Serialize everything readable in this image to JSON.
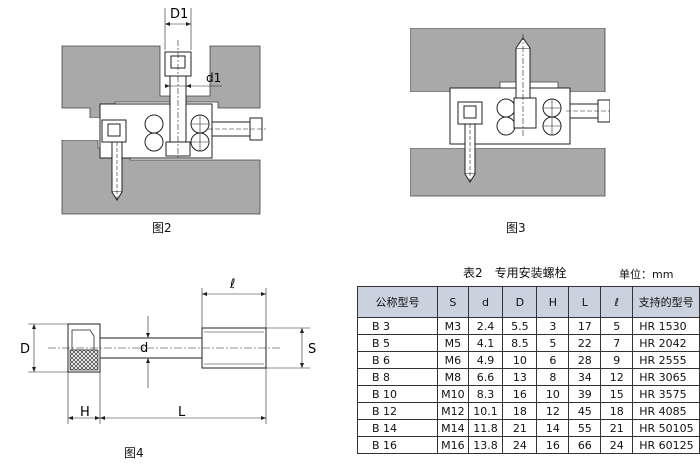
{
  "figure2": {
    "caption": "图2",
    "labels": {
      "D1": "D1",
      "d1": "d1"
    }
  },
  "figure3": {
    "caption": "图3"
  },
  "figure4": {
    "caption": "图4",
    "labels": {
      "D": "D",
      "d": "d",
      "S": "S",
      "H": "H",
      "L": "L",
      "l": "ℓ"
    }
  },
  "table": {
    "title": "表2　专用安装螺栓",
    "unit": "单位：mm",
    "headers": [
      "公称型号",
      "S",
      "d",
      "D",
      "H",
      "L",
      "ℓ",
      "支持的型号"
    ],
    "rows": [
      [
        "B 3",
        "M3",
        "2.4",
        "5.5",
        "3",
        "17",
        "5",
        "HR 1530"
      ],
      [
        "B 5",
        "M5",
        "4.1",
        "8.5",
        "5",
        "22",
        "7",
        "HR 2042"
      ],
      [
        "B 6",
        "M6",
        "4.9",
        "10",
        "6",
        "28",
        "9",
        "HR 2555"
      ],
      [
        "B 8",
        "M8",
        "6.6",
        "13",
        "8",
        "34",
        "12",
        "HR 3065"
      ],
      [
        "B 10",
        "M10",
        "8.3",
        "16",
        "10",
        "39",
        "15",
        "HR 3575"
      ],
      [
        "B 12",
        "M12",
        "10.1",
        "18",
        "12",
        "45",
        "18",
        "HR 4085"
      ],
      [
        "B 14",
        "M14",
        "11.8",
        "21",
        "14",
        "55",
        "21",
        "HR 50105"
      ],
      [
        "B 16",
        "M16",
        "13.8",
        "24",
        "16",
        "66",
        "24",
        "HR 60125"
      ]
    ]
  },
  "colors": {
    "block_gray": "#a9a9a9",
    "part_white": "#ffffff",
    "header_blue": "#c9d2de",
    "line": "#222222"
  }
}
